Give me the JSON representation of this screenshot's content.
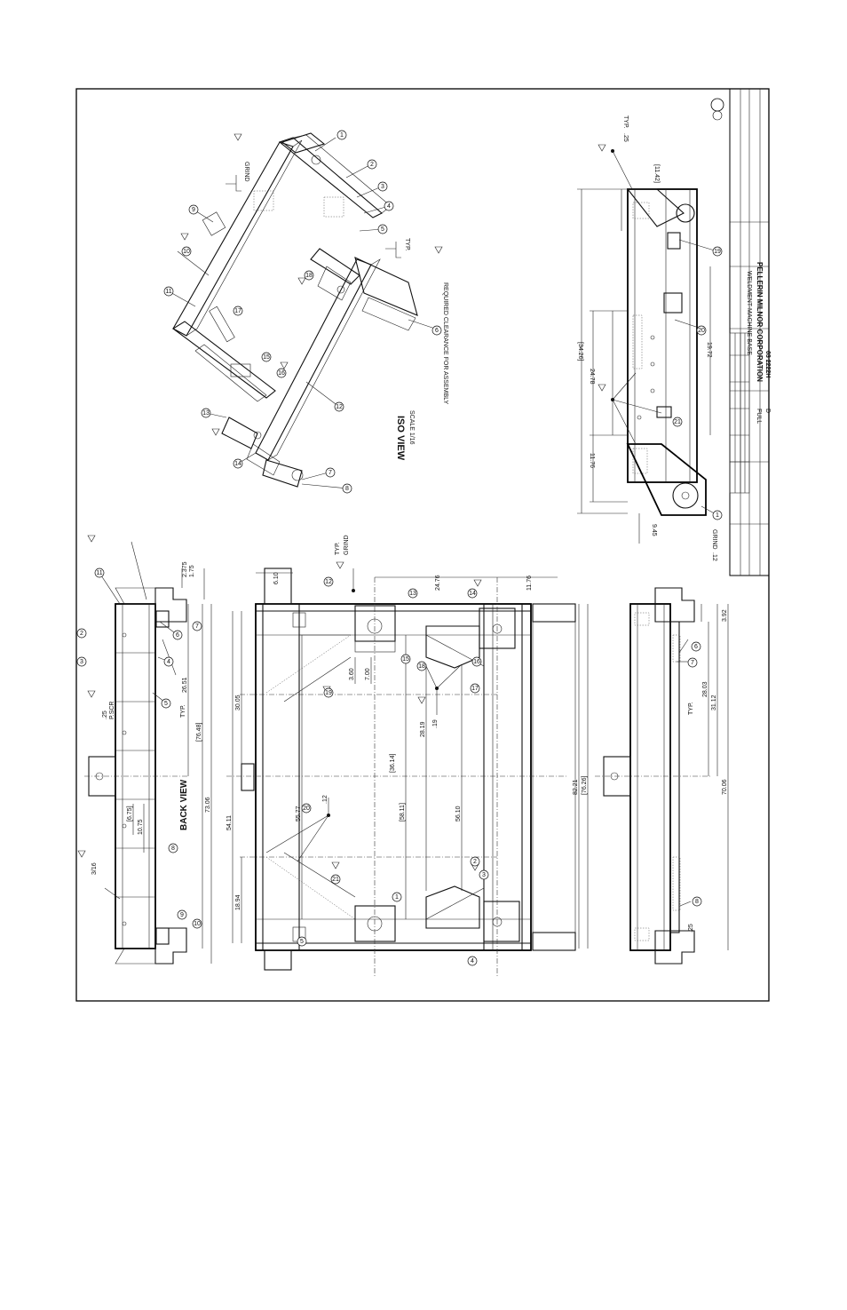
{
  "title_block": {
    "company": "PELLERIN MILNOR CORPORATION",
    "drawing_title": "WELDMENT-MACHINE BASE",
    "drawing_number": "03 2222H",
    "size": "D",
    "scale": "FULL"
  },
  "views": {
    "back_view": "BACK VIEW",
    "iso_view": "ISO VIEW",
    "iso_scale": "SCALE 1/16",
    "iso_note": "REQUIRED CLEARANCE FOR ASSEMBLY"
  },
  "weld_notes": {
    "typ": "TYP.",
    "grind": "GRIND",
    "w1": ".25",
    "w2": ".19",
    "w3": ".12",
    "w4": "3/16",
    "w5": "P.SCR"
  },
  "dimensions": {
    "back_overall": "73.06",
    "back_ref": "[76.48]",
    "back_a": "26.51",
    "back_b": "10.75",
    "back_c": "[6.75]",
    "back_d": "2.375",
    "back_e": "1.75",
    "plan_a": "54.11",
    "plan_b": "30.05",
    "plan_c": "18.94",
    "plan_d": "55.77",
    "plan_e": "[58.11]",
    "plan_f": "56.10",
    "plan_g": "82.21",
    "plan_h": "[76.26]",
    "plan_i": "28.19",
    "plan_j": "[36.14]",
    "plan_k": "24.76",
    "plan_l": "11.76",
    "plan_m": "6.10",
    "plan_n": "3.60",
    "plan_o": "7.00",
    "front_a": "70.06",
    "front_b": "31.12",
    "front_c": "3.92",
    "front_d": "28.03",
    "side_a": "[11.42]",
    "side_b": "[34.26]",
    "side_c": "24.78",
    "side_d": "11.76",
    "side_e": "19.72",
    "side_f": "9.45"
  },
  "balloons": [
    "1",
    "2",
    "3",
    "4",
    "5",
    "6",
    "7",
    "8",
    "9",
    "10",
    "11",
    "12",
    "13",
    "14",
    "15",
    "16",
    "17",
    "18",
    "19",
    "20",
    "21"
  ]
}
